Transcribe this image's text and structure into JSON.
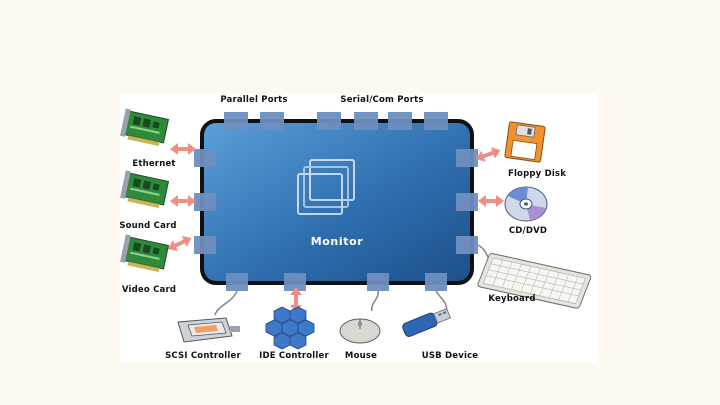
{
  "labels": {
    "parallel_ports": "Parallel Ports",
    "serial_com_ports": "Serial/Com Ports",
    "ethernet": "Ethernet",
    "sound_card": "Sound Card",
    "video_card": "Video Card",
    "floppy_disk": "Floppy Disk",
    "cd_dvd": "CD/DVD",
    "keyboard": "Keyboard",
    "scsi_controller": "SCSI Controller",
    "ide_controller": "IDE Controller",
    "mouse": "Mouse",
    "usb_device": "USB Device",
    "monitor": "Monitor"
  },
  "colors": {
    "page_bg": "#fdf9f1",
    "monitor_dark": "#1d4f88",
    "monitor_light": "#5c9fd8",
    "port": "#6f8fbf",
    "arrow": "#ee8e84",
    "card_green": "#2f8a3c",
    "floppy_orange": "#f2922e"
  },
  "icons": [
    "ethernet-card-icon",
    "sound-card-icon",
    "video-card-icon",
    "floppy-disk-icon",
    "cd-dvd-icon",
    "keyboard-icon",
    "scsi-controller-icon",
    "ide-controller-icon",
    "mouse-icon",
    "usb-device-icon",
    "windows-logo-icon"
  ]
}
